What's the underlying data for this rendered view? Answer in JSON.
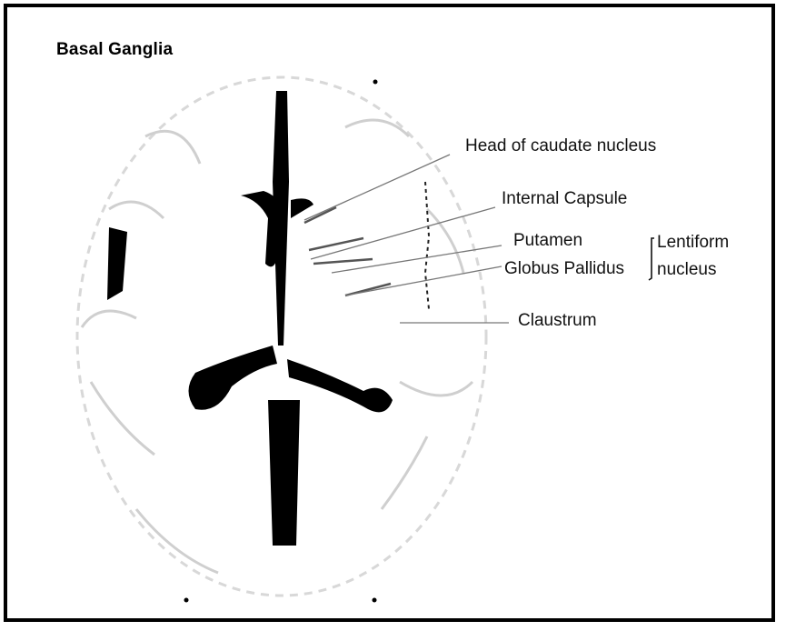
{
  "title": "Basal Ganglia",
  "labels": {
    "head_of_caudate": "Head of caudate nucleus",
    "internal_capsule": "Internal Capsule",
    "putamen": "Putamen",
    "globus_pallidus": "Globus Pallidus",
    "lentiform": "Lentiform",
    "nucleus": "nucleus",
    "claustrum": "Claustrum"
  }
}
